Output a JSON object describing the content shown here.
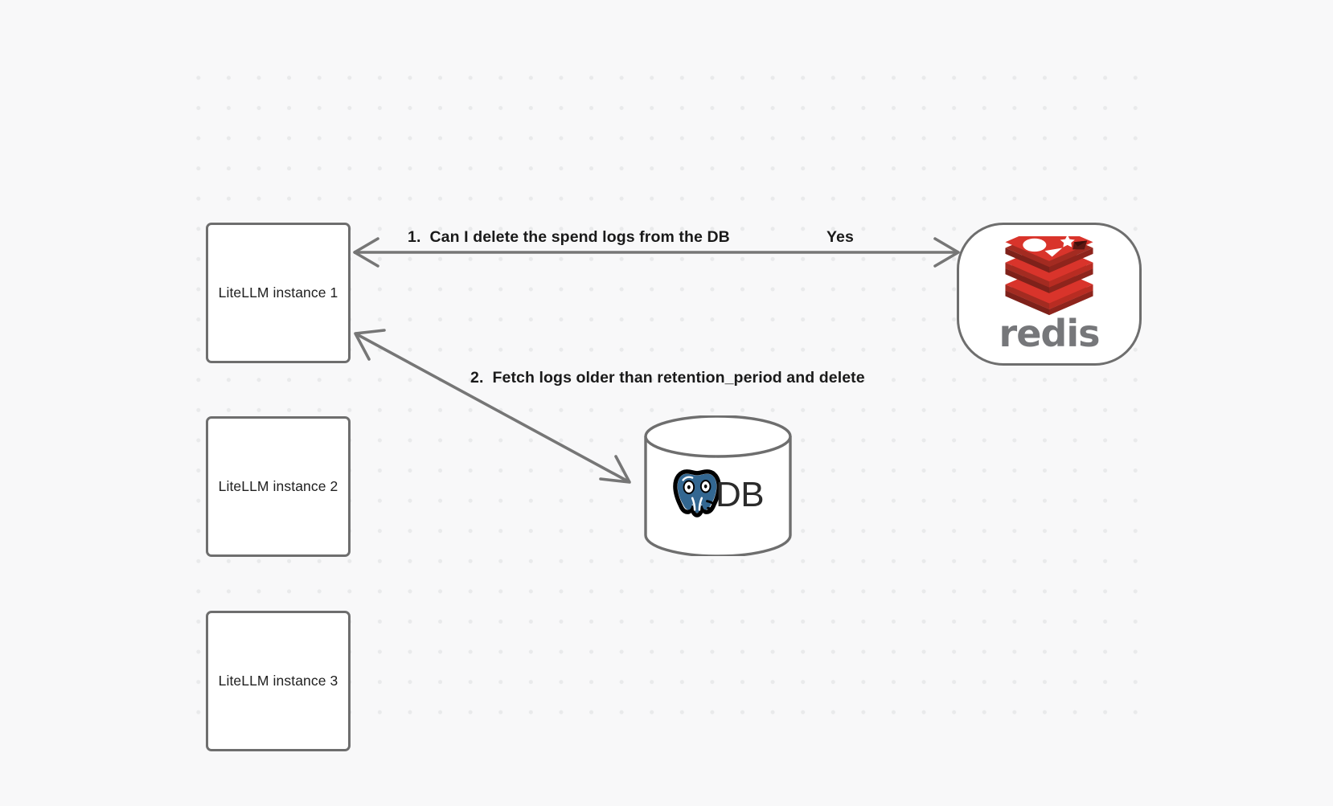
{
  "diagram": {
    "background_color": "#f8f8f9",
    "grid_dot_color": "#e9eaeb",
    "node_border_color": "#6e6e6e",
    "connector_color": "#767676",
    "nodes": [
      {
        "id": "litellm-1",
        "label": "LiteLLM instance 1"
      },
      {
        "id": "litellm-2",
        "label": "LiteLLM instance 2"
      },
      {
        "id": "litellm-3",
        "label": "LiteLLM instance 3"
      },
      {
        "id": "redis",
        "label": "redis",
        "icon": "redis-stack-icon",
        "brand_color": "#d82c20"
      },
      {
        "id": "database",
        "label": "DB",
        "icon": "postgresql-elephant-icon",
        "brand_color": "#336791"
      }
    ],
    "edges": [
      {
        "id": "edge-redis",
        "from": "litellm-1",
        "to": "redis",
        "direction": "bidirectional",
        "label": "1.  Can I delete the spend logs from the DB",
        "secondary_label": "Yes"
      },
      {
        "id": "edge-db",
        "from": "litellm-1",
        "to": "database",
        "direction": "bidirectional",
        "label": "2.  Fetch logs older than retention_period and delete"
      }
    ]
  }
}
